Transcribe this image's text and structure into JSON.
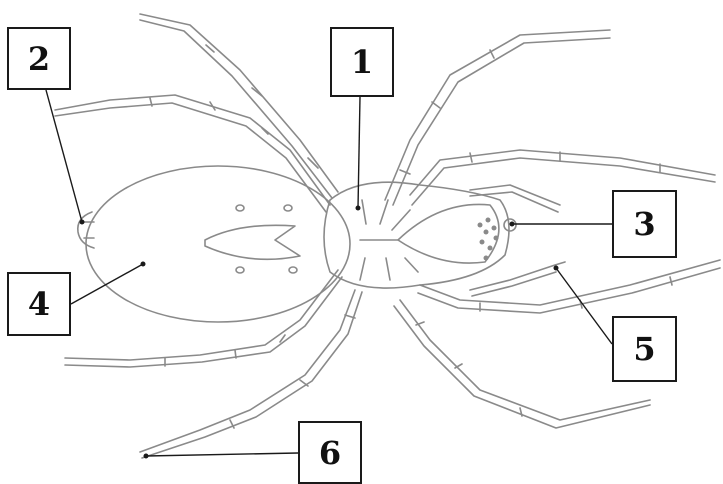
{
  "labels": [
    {
      "id": "1",
      "text": "1"
    },
    {
      "id": "2",
      "text": "2"
    },
    {
      "id": "3",
      "text": "3"
    },
    {
      "id": "4",
      "text": "4"
    },
    {
      "id": "5",
      "text": "5"
    },
    {
      "id": "6",
      "text": "6"
    }
  ],
  "colors": {
    "outline": "#8a8a8a",
    "leader": "#1a1a1a",
    "box_border": "#1a1a1a",
    "text": "#111111",
    "background": "#ffffff"
  }
}
